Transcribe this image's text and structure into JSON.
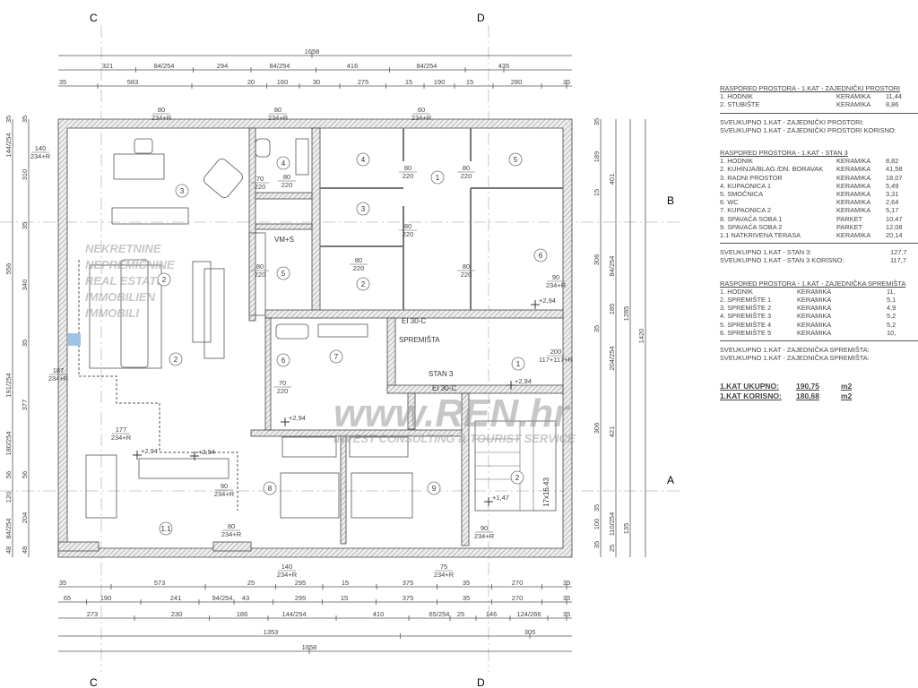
{
  "section_markers": {
    "c_top": "C",
    "d_top": "D",
    "c_bottom": "C",
    "d_bottom": "D",
    "b": "B",
    "a": "A"
  },
  "dims": {
    "top1": [
      "1658"
    ],
    "top2": [
      "321",
      "84/254",
      "294",
      "84/254",
      "416",
      "84/254",
      "435"
    ],
    "top3": [
      "35",
      "583",
      "20",
      "160",
      "30",
      "275",
      "15",
      "190",
      "15",
      "280",
      "35"
    ],
    "bot1": [
      "35",
      "573",
      "25",
      "295",
      "15",
      "375",
      "35",
      "270",
      "35"
    ],
    "bot2": [
      "65",
      "190",
      "241",
      "94/254",
      "43",
      "295",
      "15",
      "375",
      "35",
      "270",
      "35"
    ],
    "bot3": [
      "273",
      "230",
      "186",
      "144/254",
      "410",
      "65/254",
      "25",
      "146",
      "124/266",
      "35"
    ],
    "bot4": [
      "1353",
      "305"
    ],
    "bot5": [
      "1658"
    ],
    "left1": [
      "35",
      "144/254",
      "556",
      "191/254",
      "180/254",
      "56",
      "120",
      "84/254",
      "48"
    ],
    "left2": [
      "35",
      "310",
      "35",
      "340",
      "35",
      "377",
      "56",
      "204",
      "48"
    ],
    "right1": [
      "35",
      "189",
      "15",
      "306",
      "35",
      "306",
      "35",
      "100",
      "35"
    ],
    "right2": [
      "401",
      "84/254",
      "185",
      "204/254",
      "421",
      "110/254",
      "25"
    ],
    "right3": [
      "1285",
      "135"
    ],
    "right4": [
      "1420"
    ]
  },
  "rooms": {
    "stan": [
      "3",
      "2",
      "2",
      "1.1",
      "4",
      "5",
      "6",
      "7",
      "8",
      "9"
    ],
    "storage": [
      "4",
      "5",
      "3",
      "1",
      "6",
      "2",
      "1",
      "2"
    ]
  },
  "door_tags": [
    {
      "w": "80",
      "h": "234+R"
    },
    {
      "w": "80",
      "h": "234+R"
    },
    {
      "w": "60",
      "h": "234+R"
    },
    {
      "w": "140",
      "h": "234+R"
    },
    {
      "w": "187",
      "h": "234+R"
    },
    {
      "w": "177",
      "h": "234+R"
    },
    {
      "w": "90",
      "h": "234+R"
    },
    {
      "w": "80",
      "h": "234+R"
    },
    {
      "w": "140",
      "h": "234+R"
    },
    {
      "w": "75",
      "h": "234+R"
    },
    {
      "w": "90",
      "h": "234+R"
    },
    {
      "w": "90",
      "h": "234+R"
    },
    {
      "w": "200",
      "h": "117+117+R"
    },
    {
      "w": "80",
      "h": "220"
    },
    {
      "w": "80",
      "h": "220"
    },
    {
      "w": "80",
      "h": "220"
    },
    {
      "w": "80",
      "h": "220"
    },
    {
      "w": "80",
      "h": "220"
    },
    {
      "w": "80",
      "h": "220"
    },
    {
      "w": "70",
      "h": "220"
    },
    {
      "w": "80",
      "h": "220"
    },
    {
      "w": "70",
      "h": "220"
    }
  ],
  "levels": [
    "+2,94",
    "+2,94",
    "+2,94",
    "+2,94",
    "+2,94",
    "+1,47"
  ],
  "labels": {
    "spremista": "SPREMIŠTA",
    "stan3": "STAN 3",
    "ei1": "EI 30-C",
    "ei2": "EI 30-C",
    "vm": "VM+S",
    "stairs": "17x16,43"
  },
  "watermark": [
    "NEKRETNINE",
    "NEPREMIČNINE",
    "REAL ESTATE",
    "IMMOBILIEN",
    "IMMOBILI",
    "www.REN.hr",
    "INVEST CONSULTING & TOURIST SERVICE"
  ],
  "tables": {
    "zajednicki": {
      "title": "RASPORED PROSTORA - 1.KAT - ZAJEDNIČKI PROSTORI",
      "rows": [
        [
          "1. HODNIK",
          "KERAMIKA",
          "11,44"
        ],
        [
          "2. STUBIŠTE",
          "KERAMIKA",
          "8,86"
        ]
      ],
      "sum1": "SVEUKUPNO 1.KAT - ZAJEDNIČKI PROSTORI:",
      "sum2": "SVEUKUPNO 1.KAT - ZAJEDNIČKI PROSTORI KORISNO:"
    },
    "stan3": {
      "title": "RASPORED PROSTORA - 1.KAT - STAN 3",
      "rows": [
        [
          "1. HODNIK",
          "KERAMIKA",
          "8,82"
        ],
        [
          "2. KUHINJA/BLAG./DN. BORAVAK",
          "KERAMIKA",
          "41,58"
        ],
        [
          "3. RADNI PROSTOR",
          "KERAMIKA",
          "18,07"
        ],
        [
          "4. KUPAONICA 1",
          "KERAMIKA",
          "5,49"
        ],
        [
          "5. SMOČNICA",
          "KERAMIKA",
          "3,31"
        ],
        [
          "6. WC",
          "KERAMIKA",
          "2,64"
        ],
        [
          "7. KUPAONICA 2",
          "KERAMIKA",
          "5,17"
        ],
        [
          "8. SPAVAĆA SOBA 1",
          "PARKET",
          "10,47"
        ],
        [
          "9. SPAVAĆA SOBA 2",
          "PARKET",
          "12,08"
        ],
        [
          "1.1 NATKRIVENA TERASA",
          "KERAMIKA",
          "20,14"
        ]
      ],
      "sum1": "SVEUKUPNO 1.KAT - STAN 3:",
      "sum1v": "127,7",
      "sum2": "SVEUKUPNO 1.KAT - STAN 3 KORISNO:",
      "sum2v": "117,7"
    },
    "spremista": {
      "title": "RASPORED PROSTORA - 1.KAT - ZAJEDNIČKA SPREMIŠTA",
      "rows": [
        [
          "1. HODNIK",
          "KERAMIKA",
          "11,"
        ],
        [
          "2. SPREMIŠTE 1",
          "KERAMIKA",
          "5,1"
        ],
        [
          "3. SPREMIŠTE 2",
          "KERAMIKA",
          "4,9"
        ],
        [
          "4. SPREMIŠTE 3",
          "KERAMIKA",
          "5,2"
        ],
        [
          "5. SPREMIŠTE 4",
          "KERAMIKA",
          "5,2"
        ],
        [
          "6. SPREMIŠTE 5",
          "KERAMIKA",
          "10,"
        ]
      ],
      "sum1": "SVEUKUPNO 1.KAT - ZAJEDNIČKA SPREMIŠTA:",
      "sum2": "SVEUKUPNO 1.KAT - ZAJEDNIČKA SPREMIŠTA:"
    },
    "totals": [
      {
        "label": "1.KAT UKUPNO:",
        "value": "190,75",
        "unit": "m2"
      },
      {
        "label": "1.KAT KORISNO:",
        "value": "180,68",
        "unit": "m2"
      }
    ]
  }
}
